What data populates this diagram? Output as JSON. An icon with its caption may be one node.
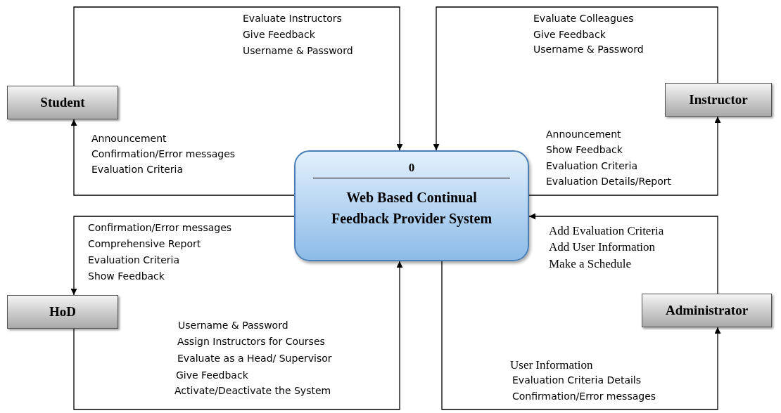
{
  "diagram": {
    "nodes": [
      {
        "text": [
          "Student"
        ]
      },
      {
        "text": [
          "Instructor"
        ]
      },
      {
        "text": [
          "0",
          "Web Based Continual Feedback Provider System"
        ]
      },
      {
        "text": [
          "HoD"
        ]
      },
      {
        "text": [
          "Administrator"
        ]
      }
    ],
    "edges": [
      {
        "from": 0,
        "to": 2,
        "arrow": "to"
      },
      {
        "from": 2,
        "to": 0,
        "arrow": "to"
      },
      {
        "from": 1,
        "to": 2,
        "arrow": "to"
      },
      {
        "from": 2,
        "to": 1,
        "arrow": "to"
      },
      {
        "from": 4,
        "to": 2,
        "arrow": "to"
      },
      {
        "from": 2,
        "to": 4,
        "arrow": "to"
      },
      {
        "from": 2,
        "to": 3,
        "arrow": "to"
      },
      {
        "from": 3,
        "to": 2,
        "arrow": "to"
      }
    ],
    "labels": [
      "Evaluate Instructors",
      "Give Feedback",
      "Username & Password",
      "Evaluate Colleagues",
      "Give Feedback",
      "Username & Password",
      "Announcement",
      "Confirmation/Error messages",
      "Evaluation Criteria",
      "Announcement",
      "Show Feedback",
      "Evaluation Criteria",
      "Evaluation Details/Report",
      "Confirmation/Error messages",
      "Comprehensive Report",
      "Evaluation Criteria",
      "Show Feedback",
      "Add Evaluation Criteria",
      "Add User Information",
      "Make a Schedule",
      "Username & Password",
      "Assign Instructors for Courses",
      "Evaluate as a Head/ Supervisor",
      "Give Feedback",
      "Activate/Deactivate the System",
      "User Information",
      "Evaluation Criteria Details",
      "Confirmation/Error messages"
    ]
  }
}
